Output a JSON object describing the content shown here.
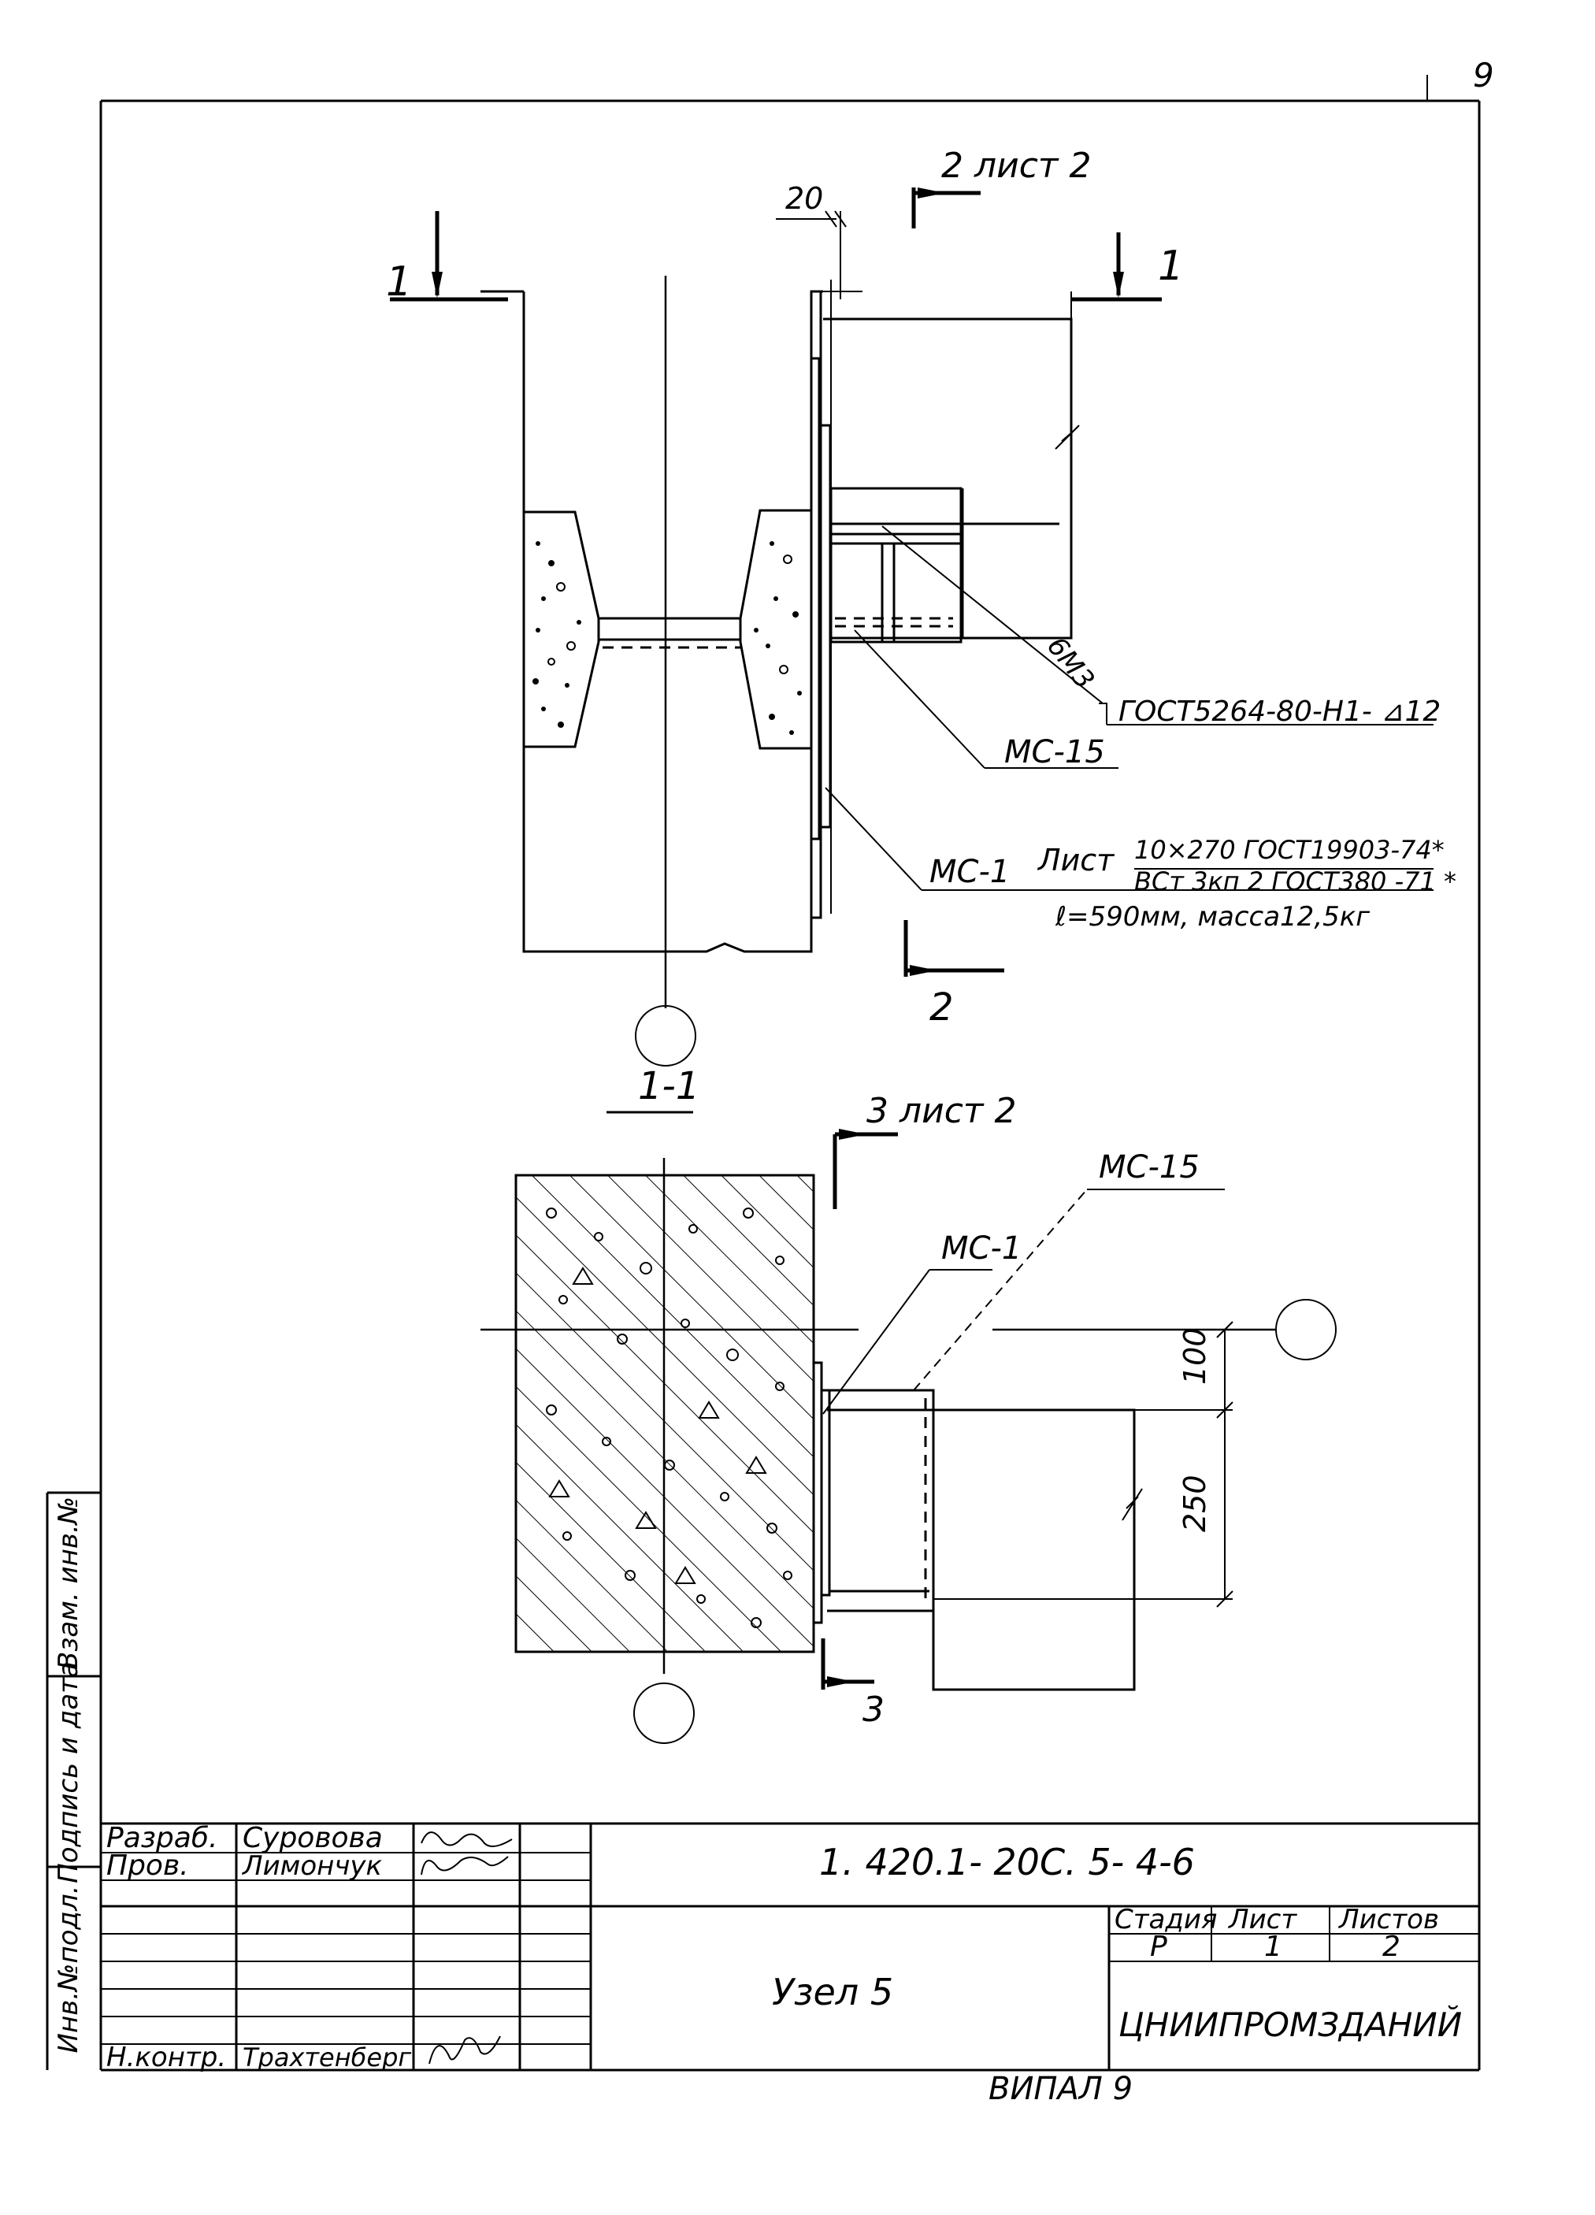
{
  "page_number": "9",
  "plan_view": {
    "cut_mark_left": "1",
    "cut_mark_right": "1",
    "section_ref_top": "2 лист 2",
    "section_ref_bottom": "2",
    "dim_top": "20",
    "weld_thickness": "6М3",
    "weld_note": "ГОСТ5264-80-Н1- ⊿12",
    "label_mc15": "МС-15",
    "label_mc1": "МС-1",
    "sheet_word": "Лист",
    "sheet_spec_top": "10×270 ГОСТ19903-74*",
    "sheet_spec_bottom": "ВСт 3кп 2 ГОСТ380 -71 *",
    "length_mass": "ℓ=590мм, масса12,5кг"
  },
  "section_view": {
    "title": "1-1",
    "section_ref_top": "3 лист 2",
    "section_ref_bottom": "3",
    "label_mc15": "МС-15",
    "label_mc1": "МС-1",
    "dim_100": "100",
    "dim_250": "250"
  },
  "side_stamp": {
    "field_1": "Инв.№подл.",
    "field_2": "Подпись и дата",
    "field_3": "Взам. инв.№"
  },
  "title_block": {
    "rows": [
      {
        "role": "Разраб.",
        "name": "Суровова"
      },
      {
        "role": "Пров.",
        "name": "Лимончук"
      },
      {
        "role": "",
        "name": ""
      },
      {
        "role": "",
        "name": ""
      },
      {
        "role": "",
        "name": ""
      },
      {
        "role": "",
        "name": ""
      },
      {
        "role": "Н.контр.",
        "name": "Трахтенберг"
      }
    ],
    "document_code": "1. 420.1- 20С. 5- 4-6",
    "drawing_title": "Узел 5",
    "stage_header": "Стадия",
    "sheet_header": "Лист",
    "sheets_header": "Листов",
    "stage_value": "Р",
    "sheet_value": "1",
    "sheets_value": "2",
    "organization": "ЦНИИПРОМЗДАНИЙ"
  },
  "bottom_fragment": "ВИПАЛ 9"
}
